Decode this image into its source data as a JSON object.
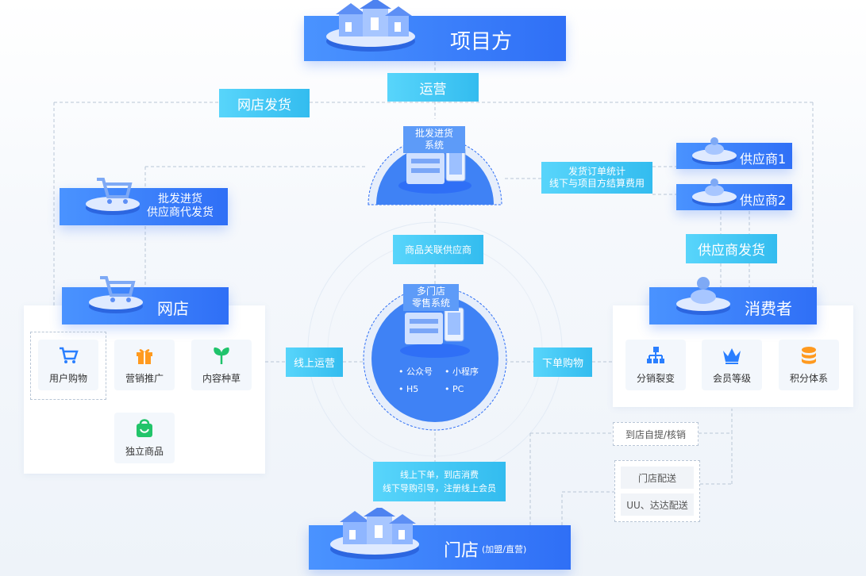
{
  "top": {
    "title": "项目方"
  },
  "bottom": {
    "title": "门店",
    "subtitle": "(加盟/直营)"
  },
  "labels": {
    "yunying": "运营",
    "wangdian_fahuo": "网店发货",
    "wholesale_agent_line1": "批发进货",
    "wholesale_agent_line2": "供应商代发货",
    "ship_stats_line1": "发货订单统计",
    "ship_stats_line2": "线下与项目方结算费用",
    "supplier_ship": "供应商发货",
    "goods_link": "商品关联供应商",
    "online_ops": "线上运营",
    "order_buy": "下单购物",
    "store_line1": "线上下单，到店消费",
    "store_line2": "线下导购引导，注册线上会员",
    "self_pickup": "到店自提/核销",
    "store_delivery": "门店配送",
    "uu_delivery": "UU、达达配送"
  },
  "wholesale_system": {
    "line1": "批发进货",
    "line2": "系统"
  },
  "retail_system": {
    "line1": "多门店",
    "line2": "零售系统",
    "channels": [
      "公众号",
      "小程序",
      "H5",
      "PC"
    ]
  },
  "suppliers": [
    "供应商1",
    "供应商2"
  ],
  "online_store": {
    "title": "网店",
    "features": [
      {
        "label": "用户购物",
        "icon": "cart-icon"
      },
      {
        "label": "营销推广",
        "icon": "gift-icon"
      },
      {
        "label": "内容种草",
        "icon": "sprout-icon"
      },
      {
        "label": "独立商品",
        "icon": "bag-icon"
      }
    ]
  },
  "consumer": {
    "title": "消费者",
    "features": [
      {
        "label": "分销裂变",
        "icon": "org-chart-icon"
      },
      {
        "label": "会员等级",
        "icon": "crown-icon"
      },
      {
        "label": "积分体系",
        "icon": "coins-icon"
      }
    ]
  },
  "colors": {
    "primary_blue": "#2f6ff6",
    "cyan": "#3cc4f3",
    "cart_blue": "#2a7fff",
    "gift_orange": "#ff9a1f",
    "sprout_green": "#1fc36b",
    "bag_green": "#22c46a",
    "crown_blue": "#2a7fff",
    "coins_orange": "#ff9a1f"
  }
}
